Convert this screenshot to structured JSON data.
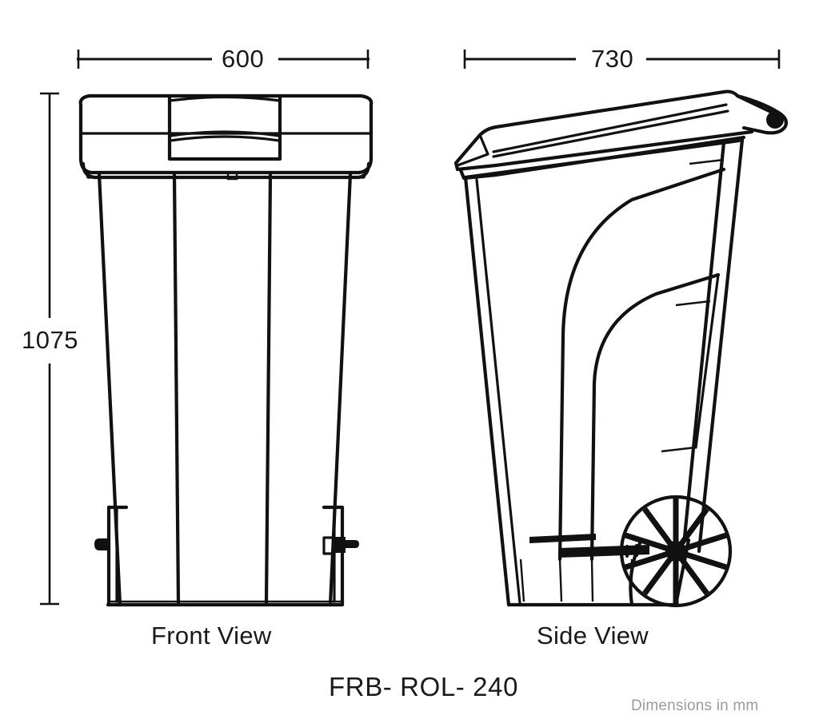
{
  "drawing": {
    "title": "FRB- ROL- 240",
    "note": "Dimensions in mm",
    "units": "mm",
    "background_color": "#ffffff",
    "line_color": "#111111",
    "note_color": "#9b9b9b",
    "dimensions": {
      "width_front": "600",
      "depth_side": "730",
      "height": "1075"
    },
    "views": [
      {
        "name": "front",
        "label": "Front View"
      },
      {
        "name": "side",
        "label": "Side View"
      }
    ]
  },
  "chart_data": {
    "type": "table",
    "title": "FRB- ROL- 240",
    "subtitle": "Dimensions in mm",
    "categories": [
      "Width (Front View)",
      "Depth (Side View)",
      "Height"
    ],
    "values": [
      600,
      730,
      1075
    ],
    "units": "mm",
    "annotations": [
      "600",
      "730",
      "1075",
      "Front View",
      "Side View",
      "FRB- ROL- 240",
      "Dimensions in mm"
    ]
  }
}
